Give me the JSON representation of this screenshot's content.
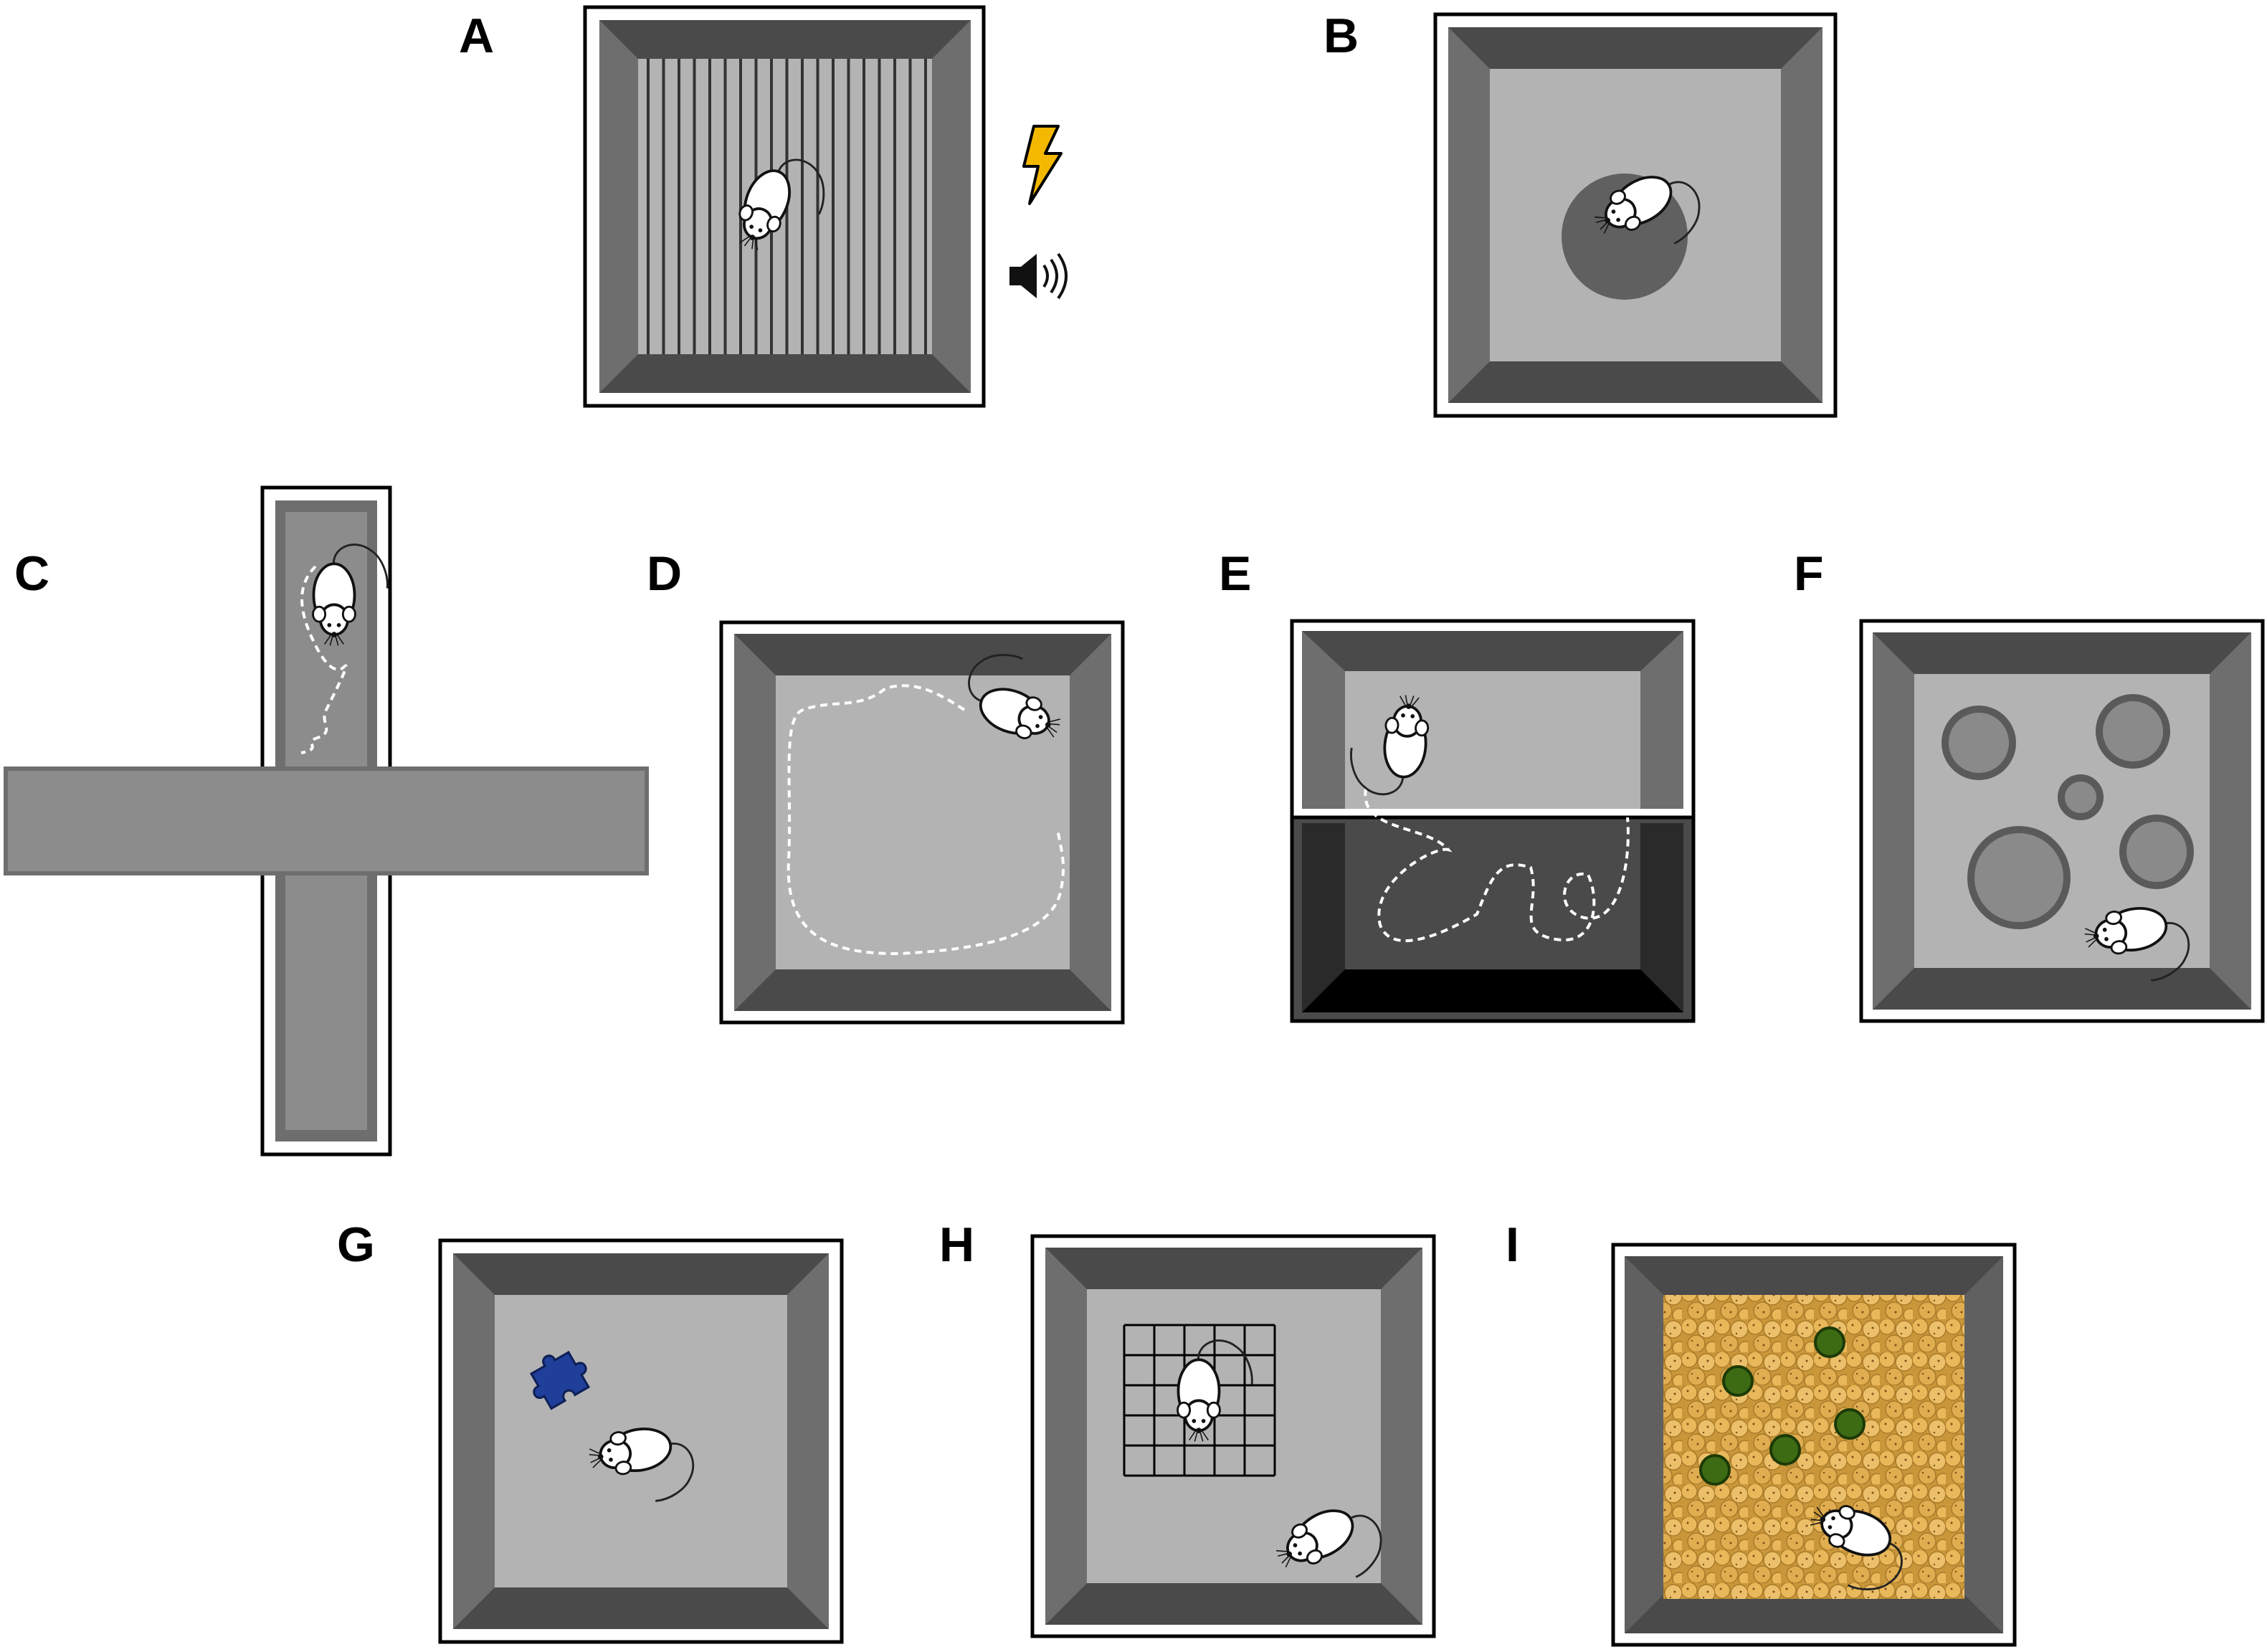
{
  "panels": [
    {
      "id": "A",
      "label": "A"
    },
    {
      "id": "B",
      "label": "B"
    },
    {
      "id": "C",
      "label": "C"
    },
    {
      "id": "D",
      "label": "D"
    },
    {
      "id": "E",
      "label": "E"
    },
    {
      "id": "F",
      "label": "F"
    },
    {
      "id": "G",
      "label": "G"
    },
    {
      "id": "H",
      "label": "H"
    },
    {
      "id": "I",
      "label": "I"
    }
  ],
  "icons": {
    "shock": "lightning-bolt-icon",
    "sound": "speaker-icon",
    "novel_object": "puzzle-piece-icon",
    "animal": "mouse-icon"
  },
  "colors": {
    "arena_wall": "#606060",
    "arena_floor": "#b3b3b3",
    "maze_arm": "#8c8c8c",
    "dark_chamber": "#2e2e2e",
    "shock_bolt": "#f5b800",
    "puzzle_piece": "#1f3f9a",
    "bedding": "#e2b04a",
    "marble": "#3d6b14",
    "trail": "#ffffff"
  }
}
